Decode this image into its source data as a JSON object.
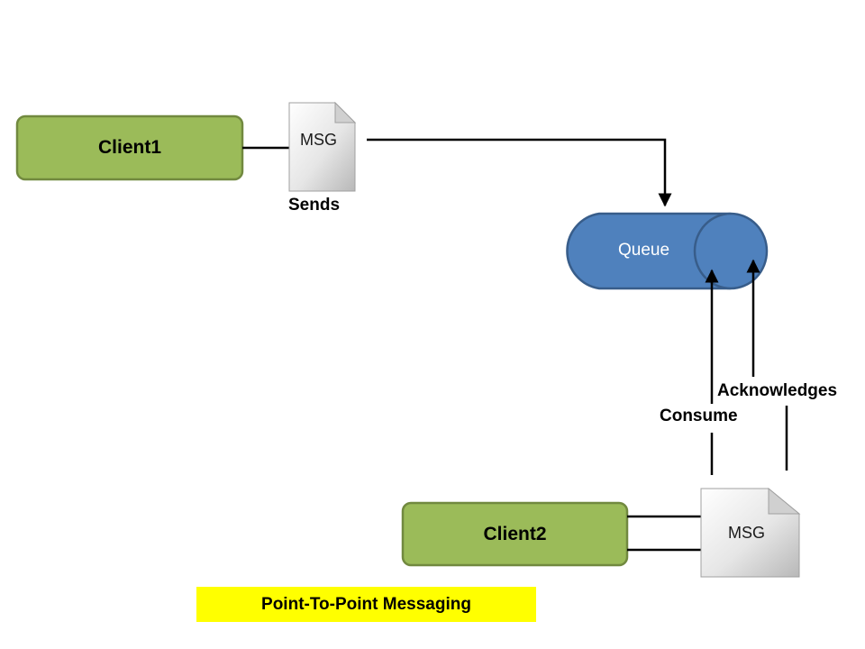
{
  "nodes": {
    "client1": "Client1",
    "client2": "Client2",
    "queue": "Queue",
    "msg_top": "MSG",
    "msg_bottom": "MSG"
  },
  "edges": {
    "sends": "Sends",
    "consume": "Consume",
    "acknowledges": "Acknowledges"
  },
  "caption": "Point-To-Point Messaging",
  "colors": {
    "client_fill": "#9bbb59",
    "client_border": "#71893f",
    "queue_fill": "#4f81bd",
    "queue_border": "#385d8a",
    "caption_bg": "#ffff00"
  }
}
